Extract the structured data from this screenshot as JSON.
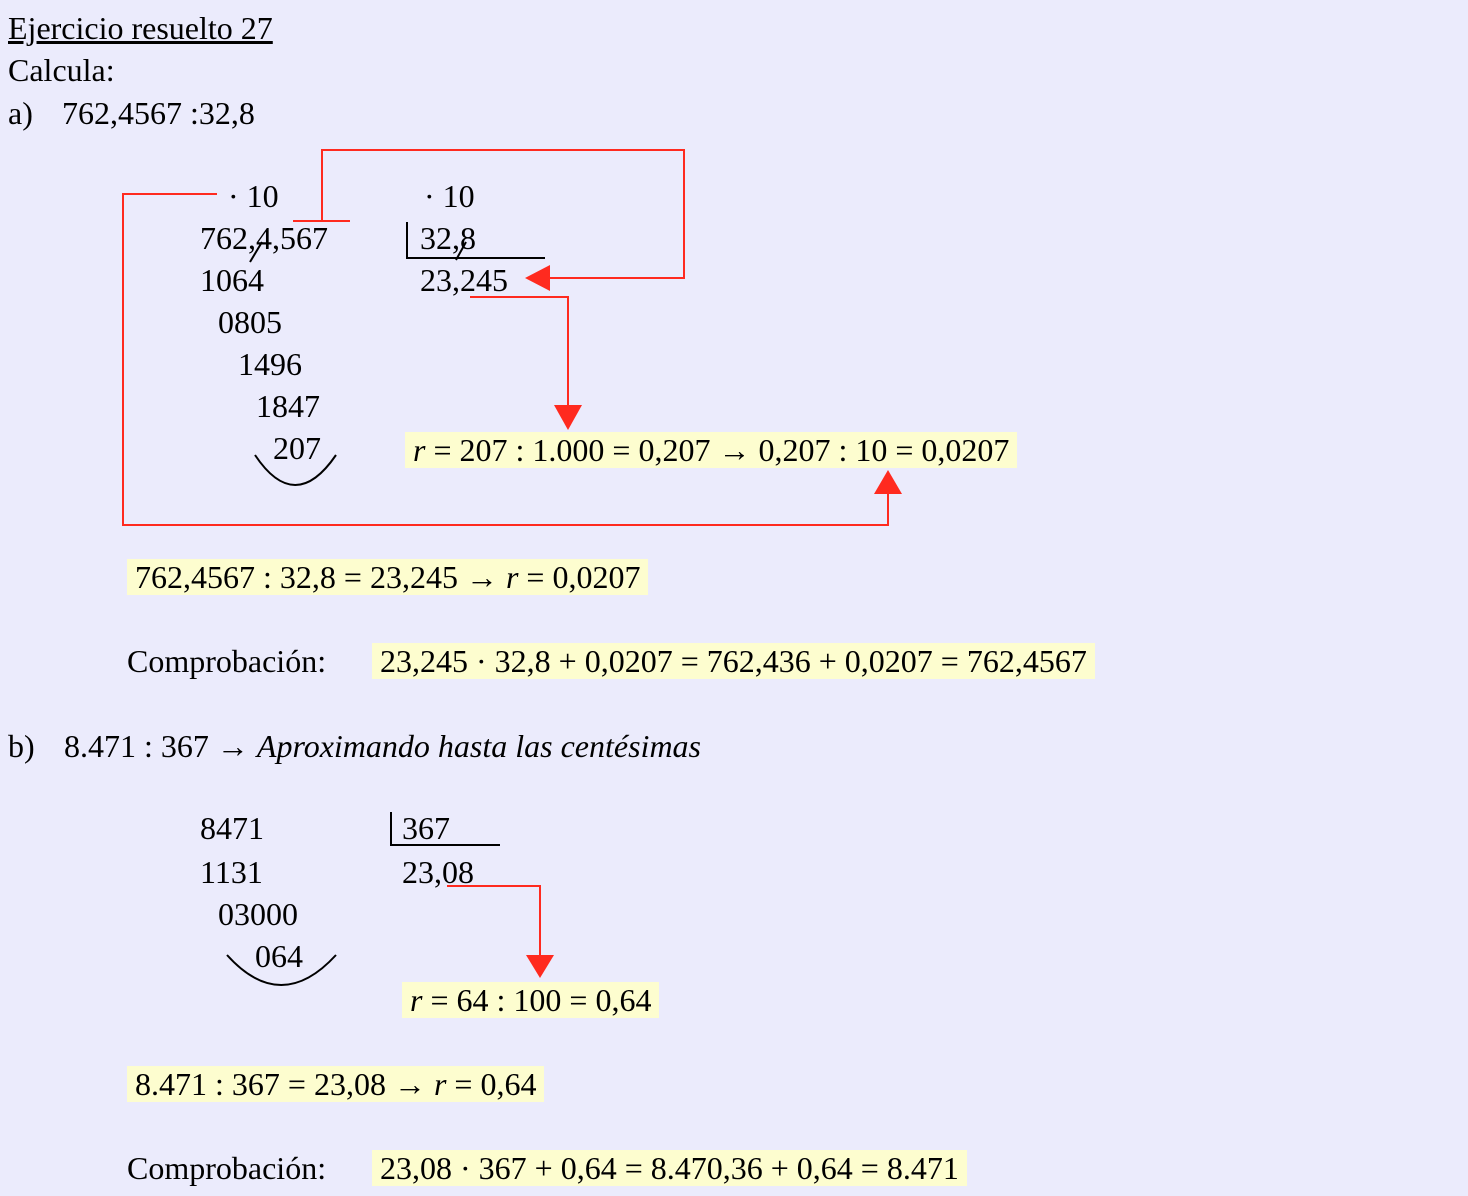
{
  "title": "Ejercicio resuelto 27",
  "instruction": "Calcula:",
  "a": {
    "label": "a)",
    "problem": "762,4567 :32,8",
    "mult_left": "· 10",
    "mult_right": "· 10",
    "dividend": "762,4,567",
    "divisor": "32,8",
    "quotient": "23,245",
    "steps": [
      "1064",
      "0805",
      "1496",
      "1847",
      "207"
    ],
    "remainder_r": "r",
    "remainder_expr": " = 207 : 1.000 = 0,207 → 0,207 : 10 = 0,0207",
    "result_main": "762,4567 : 32,8 = 23,245 → ",
    "result_r": "r",
    "result_tail": " = 0,0207",
    "check_label": "Comprobación:",
    "check_expr": "23,245 · 32,8 + 0,0207 = 762,436 + 0,0207 = 762,4567"
  },
  "b": {
    "label": "b)",
    "problem": "8.471 : 367 → ",
    "problem_note": "Aproximando hasta las centésimas",
    "dividend": "8471",
    "divisor": "367",
    "quotient": "23,08",
    "steps": [
      "1131",
      "03000",
      "064"
    ],
    "remainder_r": "r",
    "remainder_expr": " = 64 : 100 = 0,64",
    "result_main": "8.471 : 367 = 23,08 → ",
    "result_r": "r",
    "result_tail": " = 0,64",
    "check_label": "Comprobación:",
    "check_expr": "23,08 · 367 + 0,64 = 8.470,36 + 0,64 = 8.471"
  },
  "colors": {
    "arrow": "#ff2a1f",
    "highlight": "#fdfdcf",
    "background": "#ebebfc"
  }
}
